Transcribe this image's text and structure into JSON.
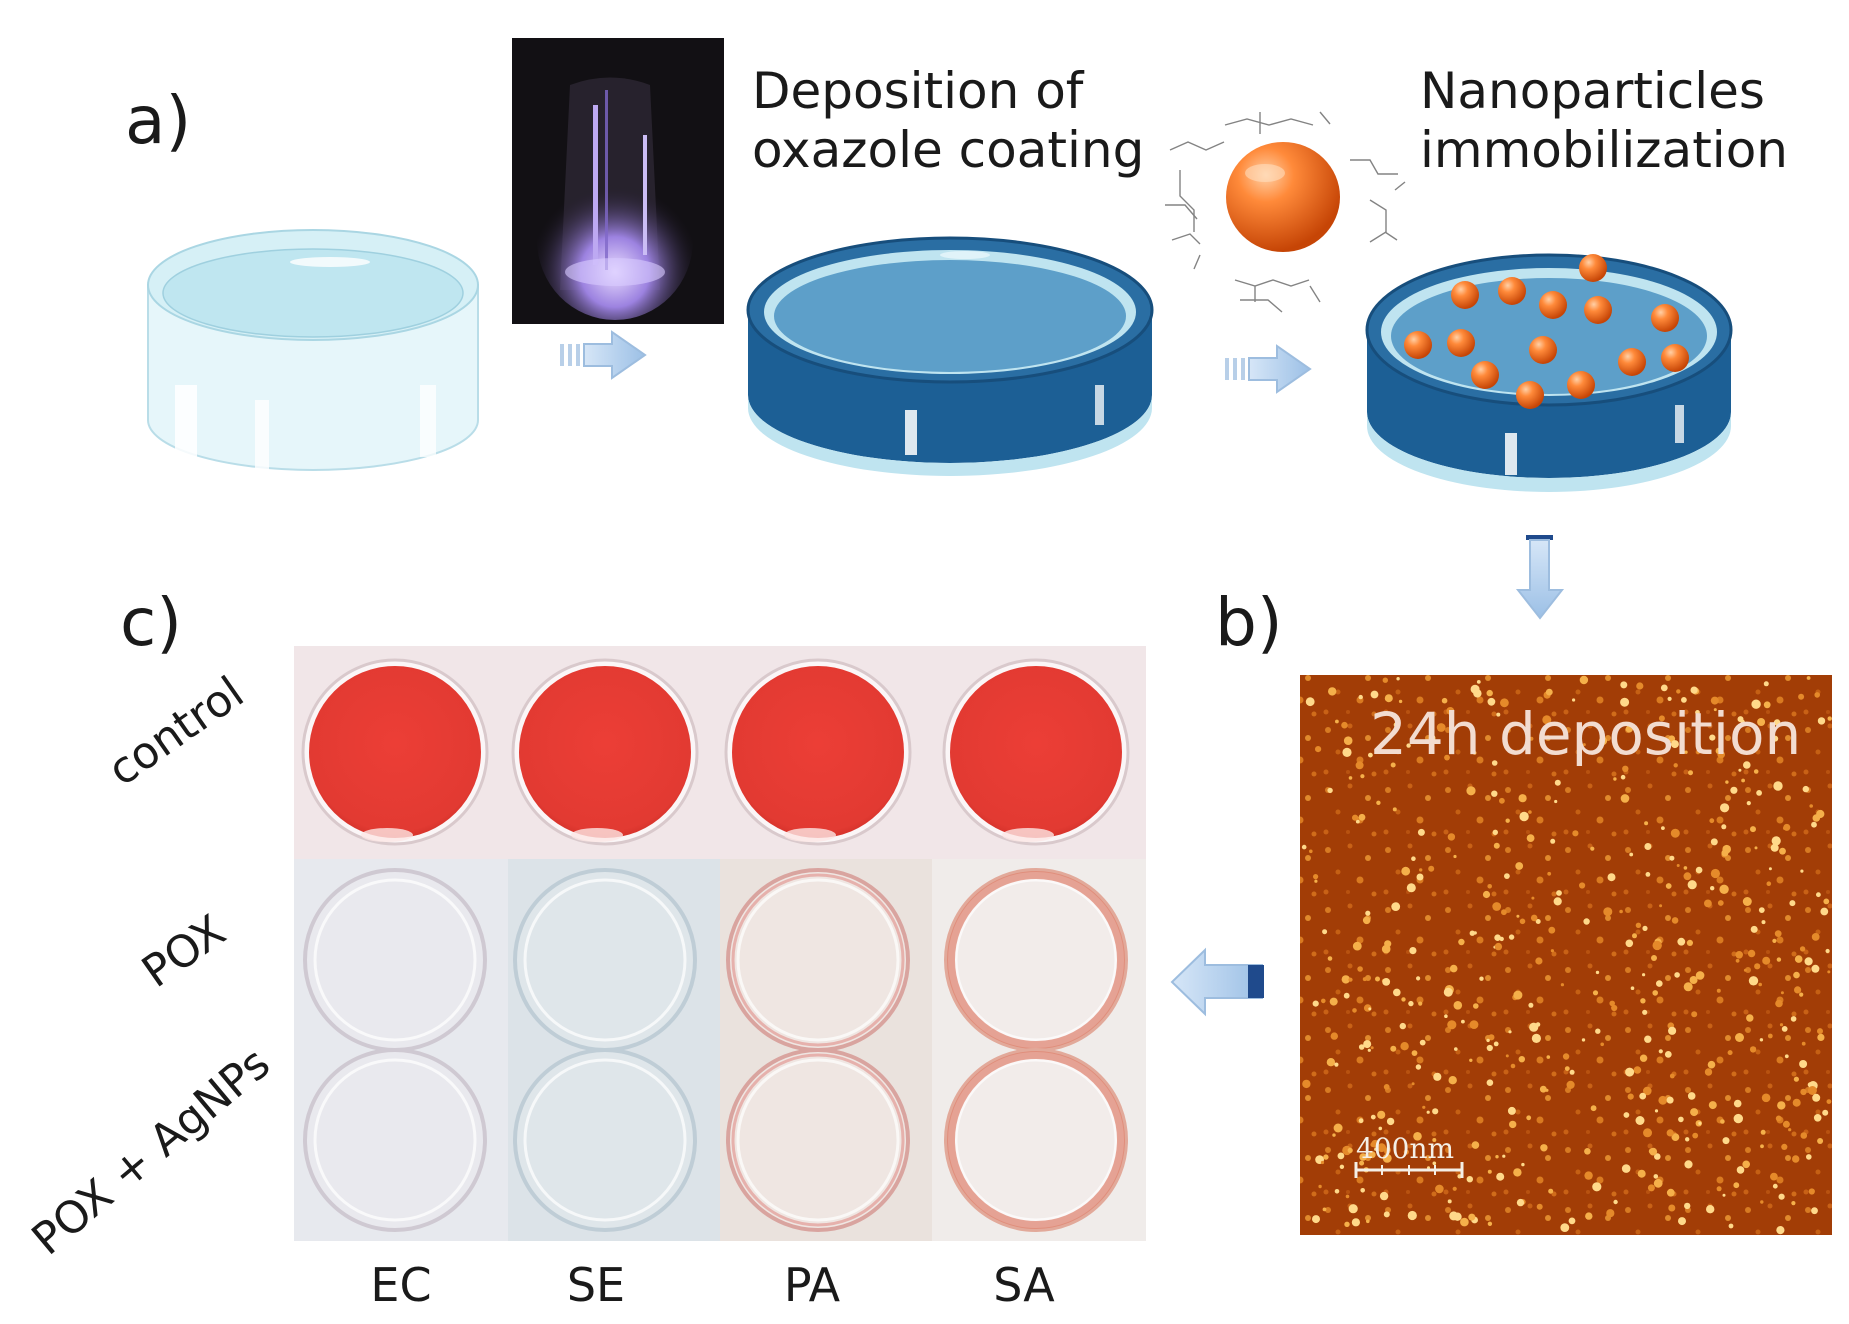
{
  "panels": {
    "a": {
      "label": "a)",
      "step1_caption": [
        "Deposition of",
        "oxazole coating"
      ],
      "step2_caption": [
        "Nanoparticles",
        "immobilization"
      ]
    },
    "b": {
      "label": "b)",
      "afm_title": "24h deposition",
      "scale_bar": "400nm"
    },
    "c": {
      "label": "c)",
      "row_labels": [
        "control",
        "POX",
        "POX + AgNPs"
      ],
      "col_labels": [
        "EC",
        "SE",
        "PA",
        "SA"
      ]
    }
  },
  "colors": {
    "petri_glass": "#cfeef6",
    "petri_blue": "#1c5f95",
    "coating_blue": "#5d9fc9",
    "nanoparticle_orange": "#f06a1c",
    "arrow_blue": "#a9c8ea",
    "arrow_dark": "#1f4a8c",
    "blood_red": "#e23a32",
    "afm_base": "#9a3a05",
    "afm_bright": "#ffd98a"
  },
  "icons": [
    "petri-dish-icon",
    "plasma-reactor-icon",
    "nanoparticle-icon",
    "arrow-right-icon",
    "arrow-down-icon",
    "arrow-left-icon"
  ]
}
